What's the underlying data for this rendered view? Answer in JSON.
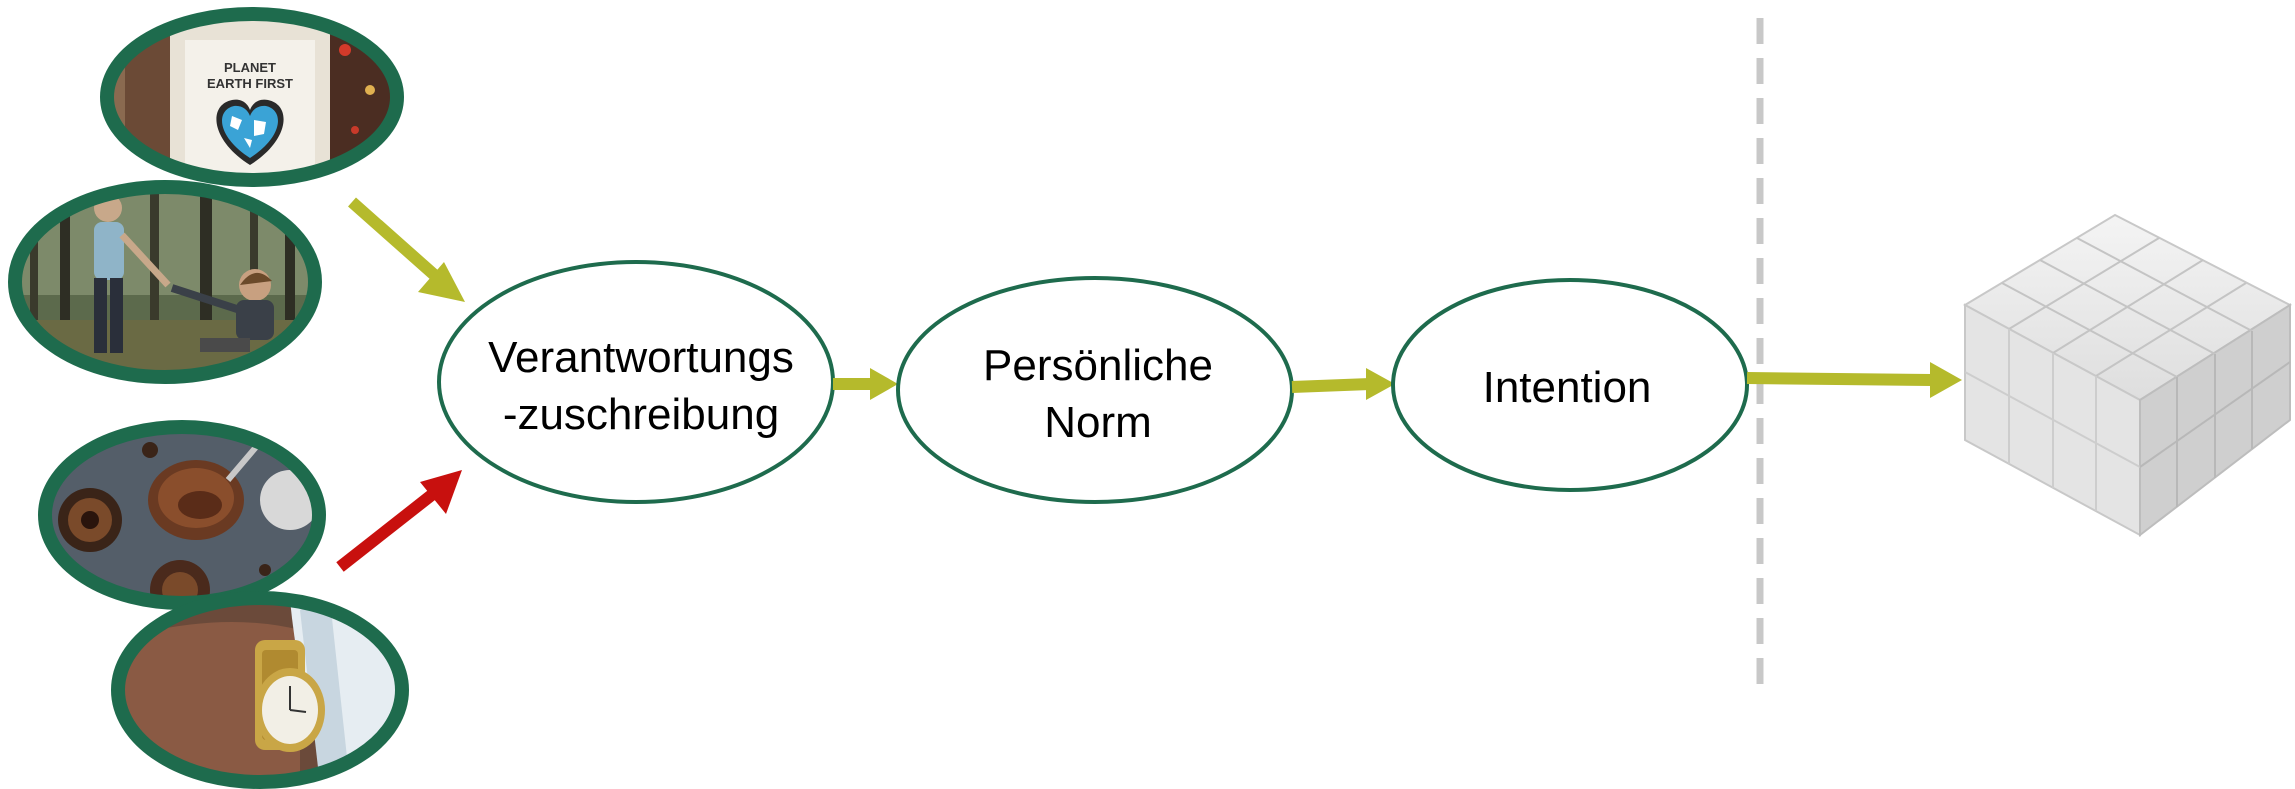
{
  "diagram": {
    "nodes": [
      {
        "id": "verantwortung",
        "lines": [
          "Verantwortungs",
          "-zuschreibung"
        ]
      },
      {
        "id": "norm",
        "lines": [
          "Persönliche",
          "Norm"
        ]
      },
      {
        "id": "intention",
        "lines": [
          "Intention"
        ]
      }
    ],
    "images": {
      "poster": {
        "lines": [
          "PLANET",
          "EARTH FIRST"
        ],
        "icon": "heart-globe-icon"
      },
      "forest": {
        "icon": "forest-people-photo"
      },
      "chocolate": {
        "icon": "chocolate-dessert-photo"
      },
      "watch": {
        "icon": "wristwatch-photo"
      },
      "cube": {
        "icon": "cube-blocks-icon"
      }
    },
    "colors": {
      "ellipse_stroke": "#1e6b4d",
      "arrow_positive": "#b5ba2c",
      "arrow_negative": "#c8100e",
      "divider": "#c8c8c8"
    }
  }
}
